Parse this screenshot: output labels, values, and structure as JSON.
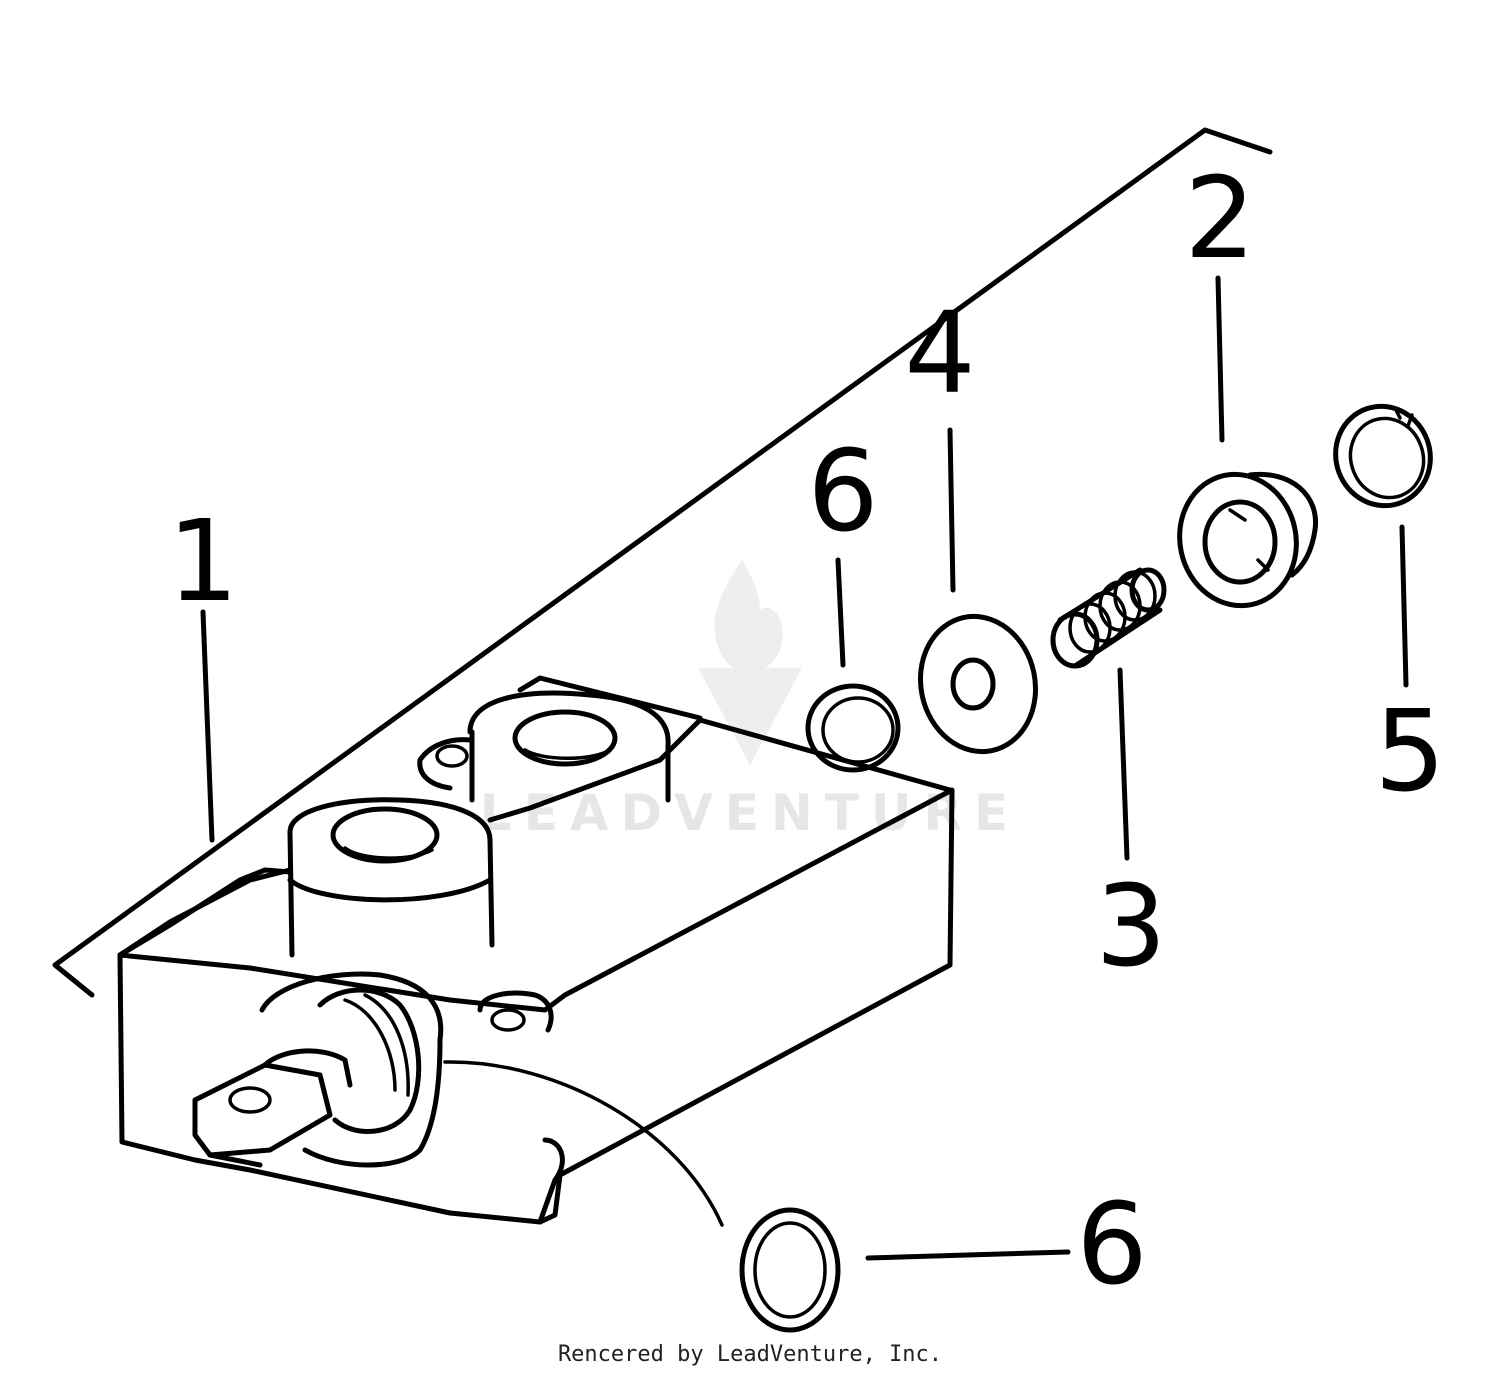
{
  "diagram": {
    "callouts": [
      {
        "id": "1",
        "label": "1"
      },
      {
        "id": "2",
        "label": "2"
      },
      {
        "id": "3",
        "label": "3"
      },
      {
        "id": "4",
        "label": "4"
      },
      {
        "id": "5",
        "label": "5"
      },
      {
        "id": "6a",
        "label": "6"
      },
      {
        "id": "6b",
        "label": "6"
      }
    ],
    "watermark": "LEADVENTURE",
    "credit": "Rencered by LeadVenture, Inc."
  }
}
